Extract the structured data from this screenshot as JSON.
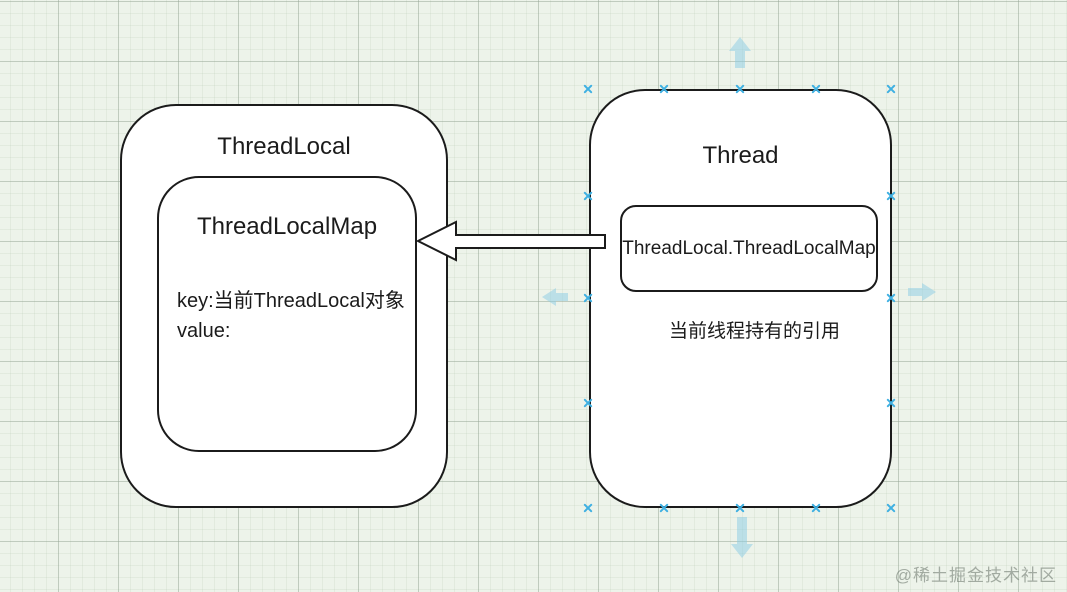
{
  "diagram": {
    "left_box": {
      "title": "ThreadLocal",
      "inner_box": {
        "title": "ThreadLocalMap",
        "line1": "key:当前ThreadLocal对象",
        "line2": "value:"
      }
    },
    "right_box": {
      "title": "Thread",
      "inner_box": {
        "label": "ThreadLocal.ThreadLocalMap"
      },
      "caption": "当前线程持有的引用"
    },
    "connector": {
      "direction": "right-to-left",
      "style": "hollow-block-arrow"
    },
    "selection": {
      "selected_shape": "Thread",
      "handle_color": "#3fb0e2",
      "direction_arrow_color": "#89cbe4"
    }
  },
  "colors": {
    "canvas_background": "#edf3ea",
    "grid_major": "#c5cfc5",
    "grid_minor": "#e2ebe0",
    "shape_fill": "#ffffff",
    "shape_stroke": "#1b1b1b",
    "selection_handle": "#3fb0e2",
    "direction_arrow": "#89cbe4"
  },
  "watermark": "@稀土掘金技术社区"
}
